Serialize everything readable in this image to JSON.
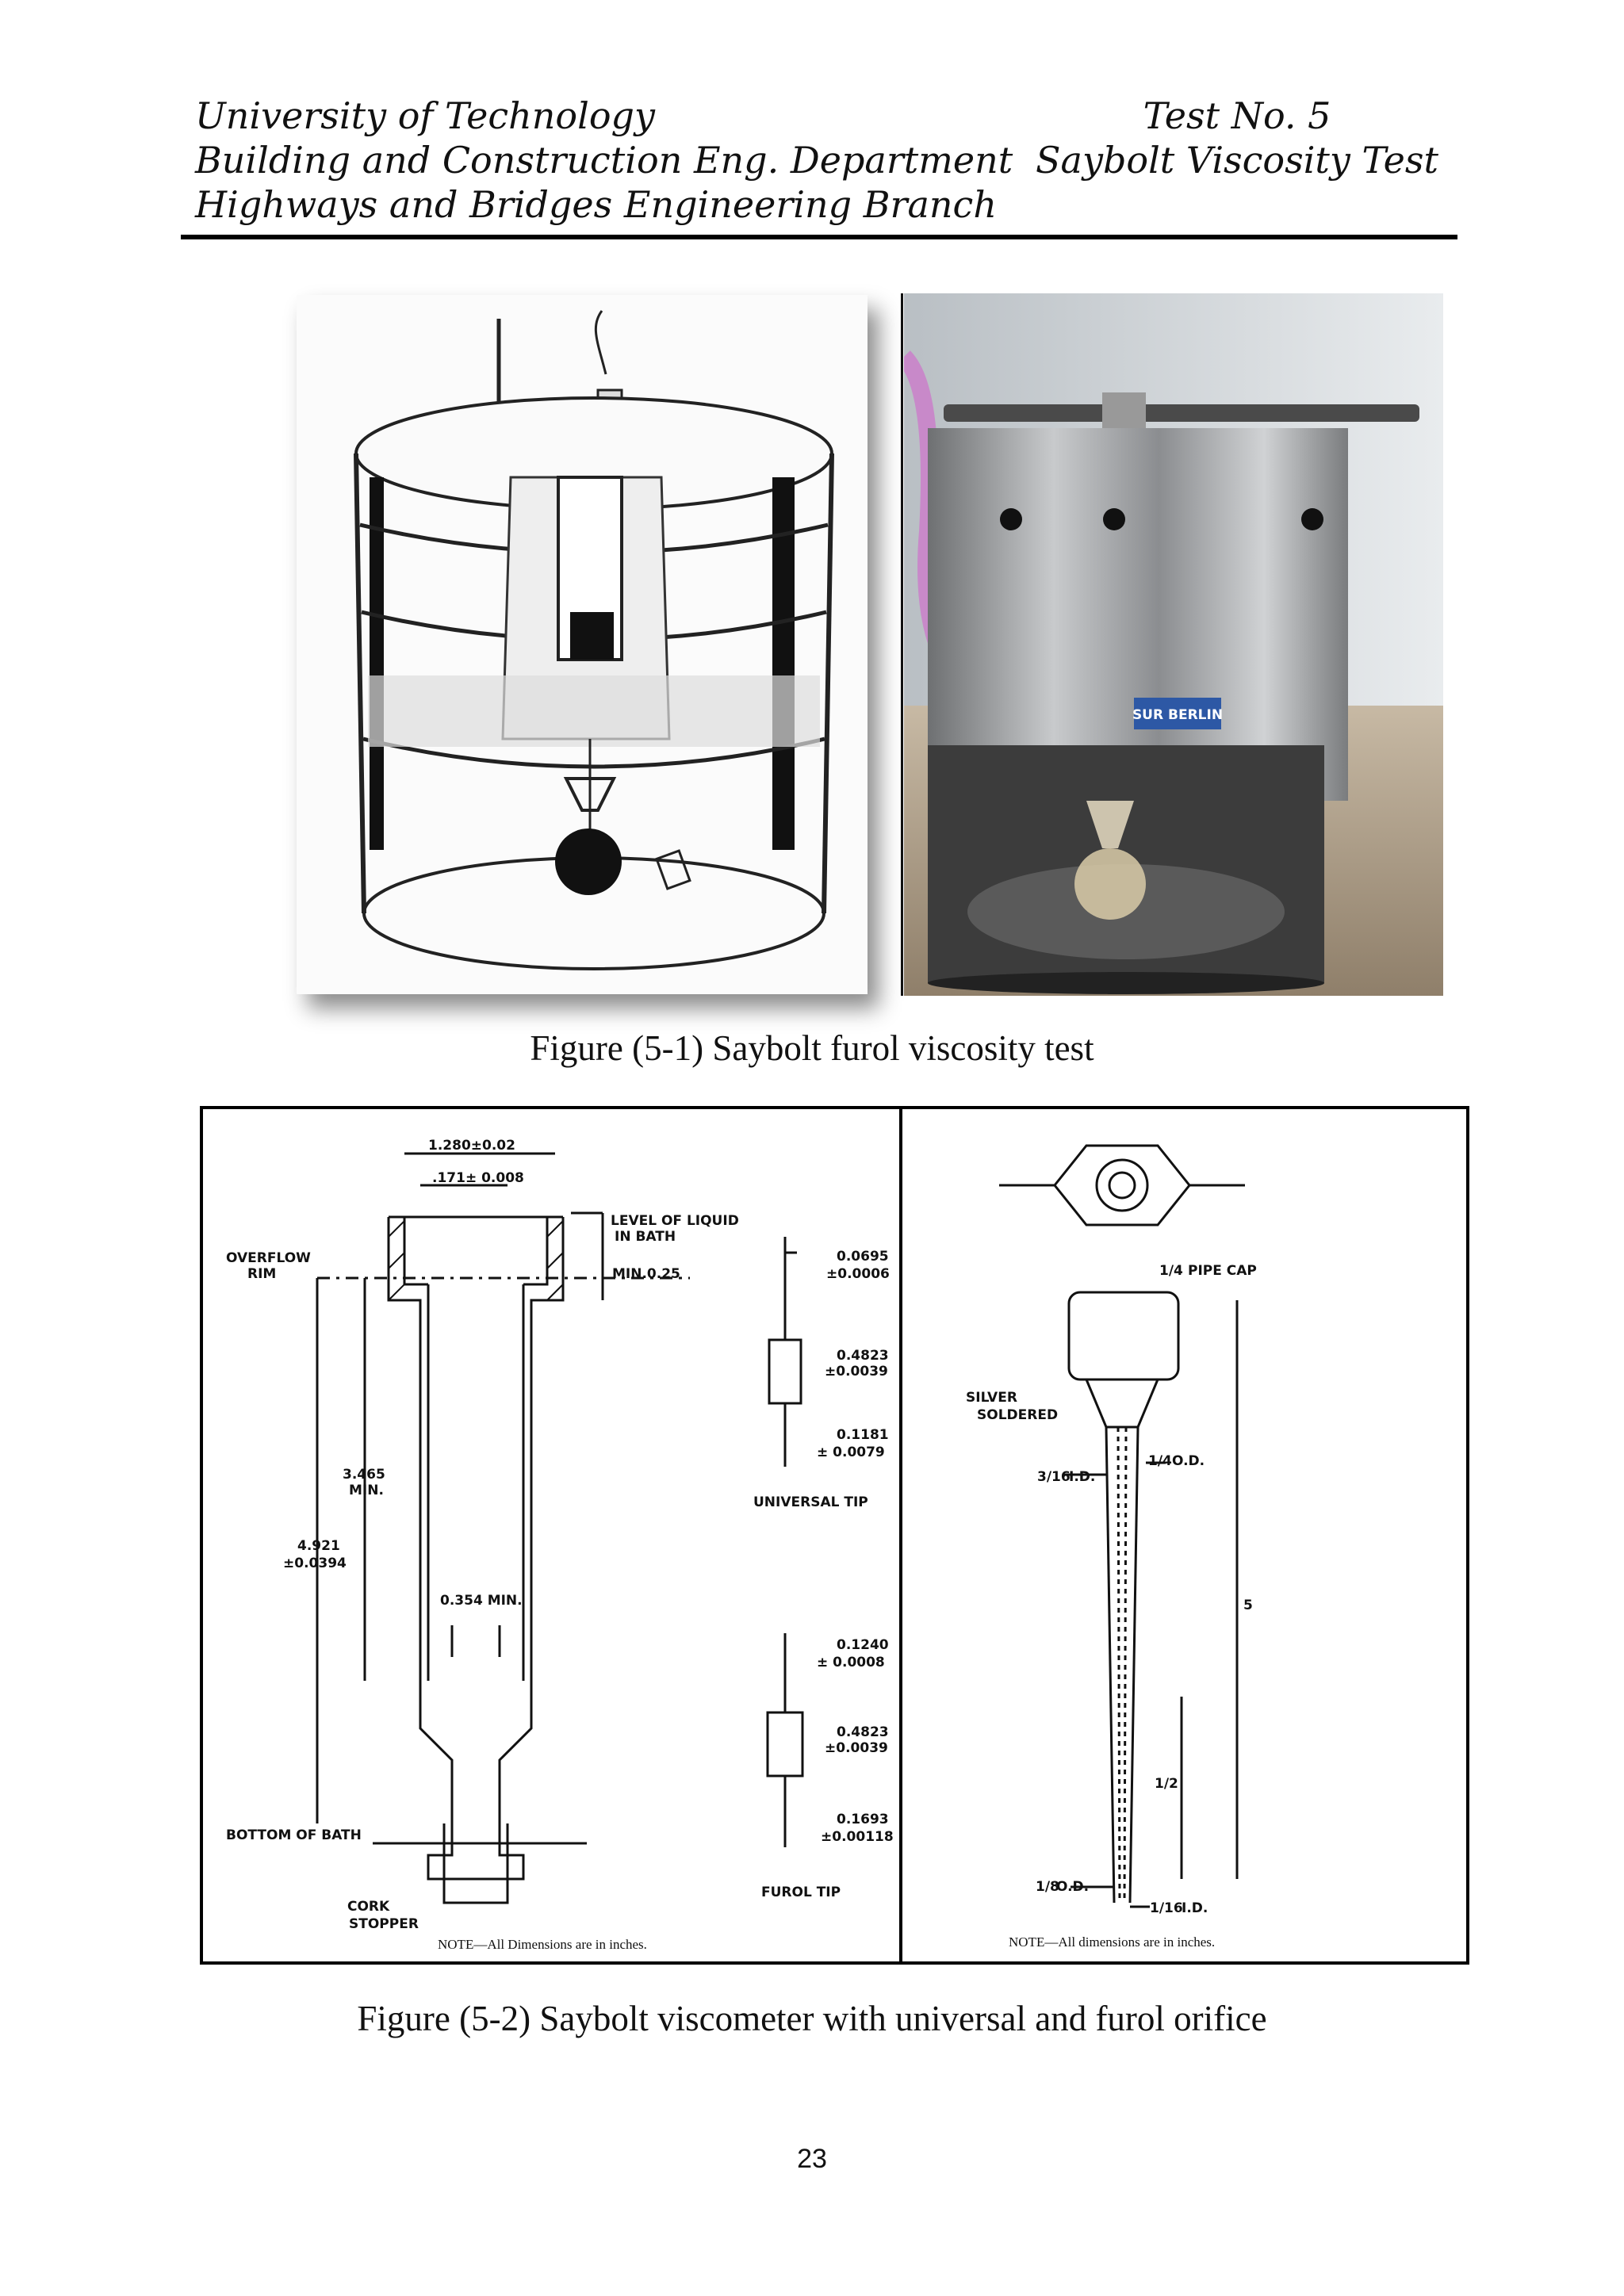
{
  "header": {
    "left_lines": [
      "University of Technology",
      "Building and Construction Eng. Department",
      "Highways and Bridges Engineering Branch"
    ],
    "right_lines": [
      "Test No. 5",
      "Saybolt Viscosity  Test"
    ]
  },
  "figure1": {
    "caption": "Figure (5-1) Saybolt furol viscosity test",
    "photo_brand_label": "SUR BERLIN"
  },
  "figure2": {
    "caption": "Figure (5-2) Saybolt viscometer with universal and furol orifice",
    "left": {
      "dim_top_outer": "1.280±0.02",
      "dim_top_inner": ".171± 0.008",
      "level_liquid_1": "LEVEL OF LIQUID",
      "level_liquid_2": "IN BATH",
      "overflow_1": "OVERFLOW",
      "overflow_2": "RIM",
      "min_025": "MIN.0.25",
      "dim_3465_1": "3.465",
      "dim_3465_2": "MIN.",
      "dim_4921_1": "4.921",
      "dim_4921_2": "±0.0394",
      "dim_0354": "0.354 MIN.",
      "bottom_bath": "BOTTOM OF BATH",
      "cork_1": "CORK",
      "cork_2": "STOPPER",
      "note": "NOTE—All Dimensions are in inches.",
      "u_0695_1": "0.0695",
      "u_0695_2": "±0.0006",
      "u_4823_1": "0.4823",
      "u_4823_2": "±0.0039",
      "u_1181_1": "0.1181",
      "u_1181_2": "± 0.0079",
      "universal_tip": "UNIVERSAL TIP",
      "f_1240_1": "0.1240",
      "f_1240_2": "± 0.0008",
      "f_4823_1": "0.4823",
      "f_4823_2": "±0.0039",
      "f_1693_1": "0.1693",
      "f_1693_2": "±0.00118",
      "furol_tip": "FUROL TIP"
    },
    "right": {
      "pipe_cap_frac": "1/4",
      "pipe_cap": "PIPE CAP",
      "silver_1": "SILVER",
      "silver_2": "SOLDERED",
      "od_frac": "1/4",
      "od": "O.D.",
      "id_frac": "3/16",
      "id": "I.D.",
      "len_5": "5",
      "len_half": "1/2",
      "bot_od_frac": "1/8",
      "bot_od": "O.D.",
      "bot_id_frac": "1/16",
      "bot_id": "I.D.",
      "note": "NOTE—All dimensions are in inches."
    }
  },
  "page_number": "23"
}
